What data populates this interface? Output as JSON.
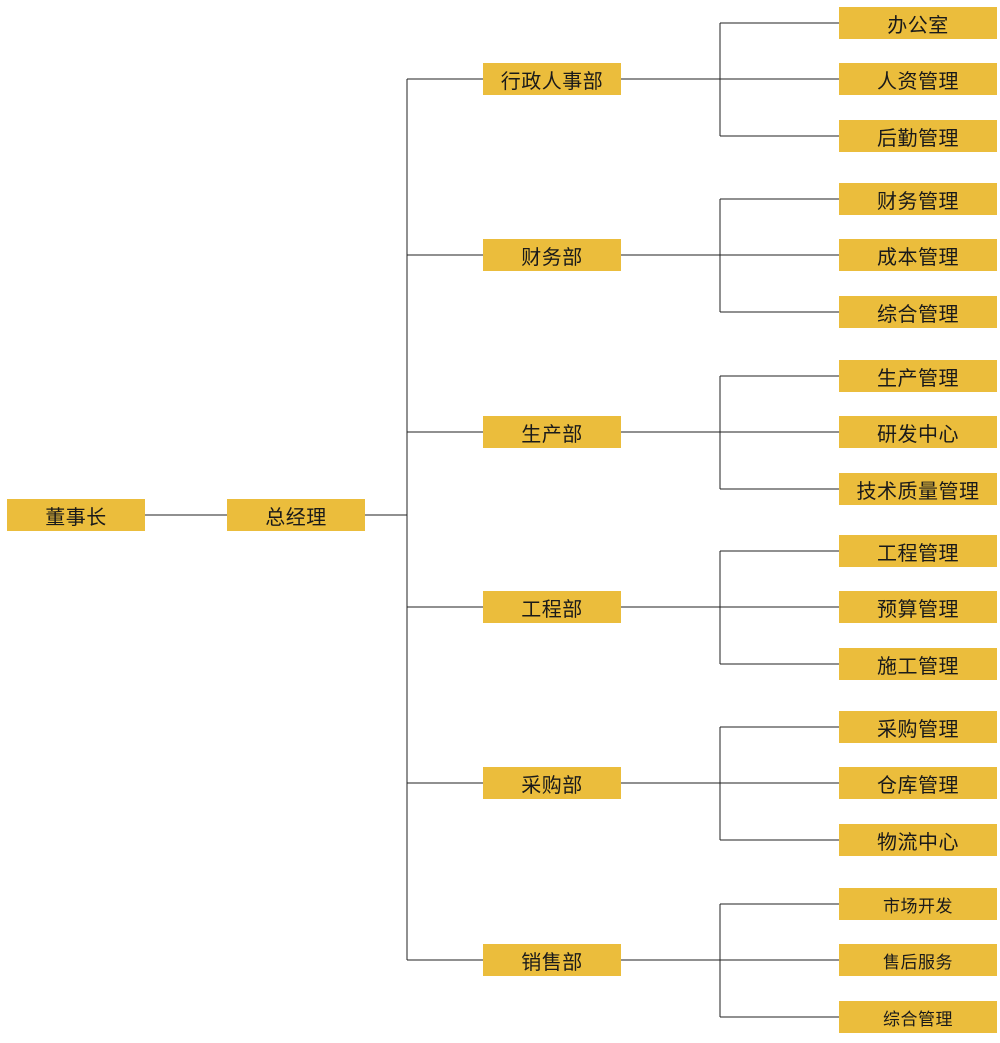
{
  "colors": {
    "box_fill": "#ebbd3c",
    "line": "#222222",
    "text": "#1a1a1a"
  },
  "chairman": "董事长",
  "general_manager": "总经理",
  "departments": [
    {
      "name": "行政人事部",
      "units": [
        "办公室",
        "人资管理",
        "后勤管理"
      ]
    },
    {
      "name": "财务部",
      "units": [
        "财务管理",
        "成本管理",
        "综合管理"
      ]
    },
    {
      "name": "生产部",
      "units": [
        "生产管理",
        "研发中心",
        "技术质量管理"
      ]
    },
    {
      "name": "工程部",
      "units": [
        "工程管理",
        "预算管理",
        "施工管理"
      ]
    },
    {
      "name": "采购部",
      "units": [
        "采购管理",
        "仓库管理",
        "物流中心"
      ]
    },
    {
      "name": "销售部",
      "units": [
        "市场开发",
        "售后服务",
        "综合管理"
      ]
    }
  ]
}
